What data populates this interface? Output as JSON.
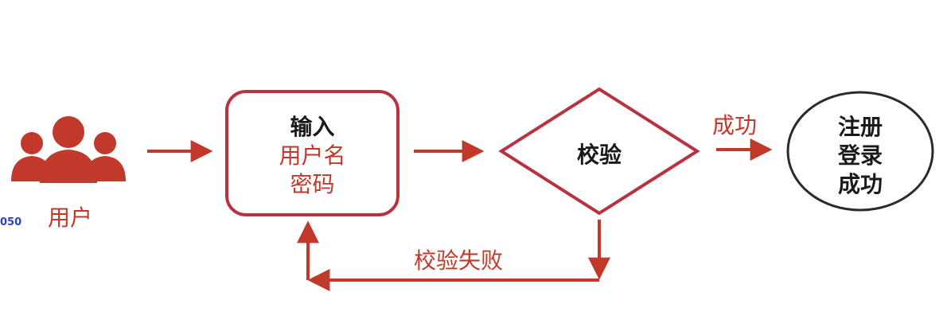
{
  "users": {
    "label": "用户",
    "corner_tag": "050"
  },
  "input_box": {
    "title": "输入",
    "lines": [
      "用户名",
      "密码"
    ]
  },
  "verify": {
    "label": "校验"
  },
  "success_arrow": {
    "label": "成功"
  },
  "fail_arrow": {
    "label": "校验失败"
  },
  "result": {
    "lines": [
      "注册",
      "登录",
      "成功"
    ]
  },
  "colors": {
    "accent": "#c0392b",
    "text_dark": "#1a1a1a",
    "tag_blue": "#2f3fbf"
  }
}
